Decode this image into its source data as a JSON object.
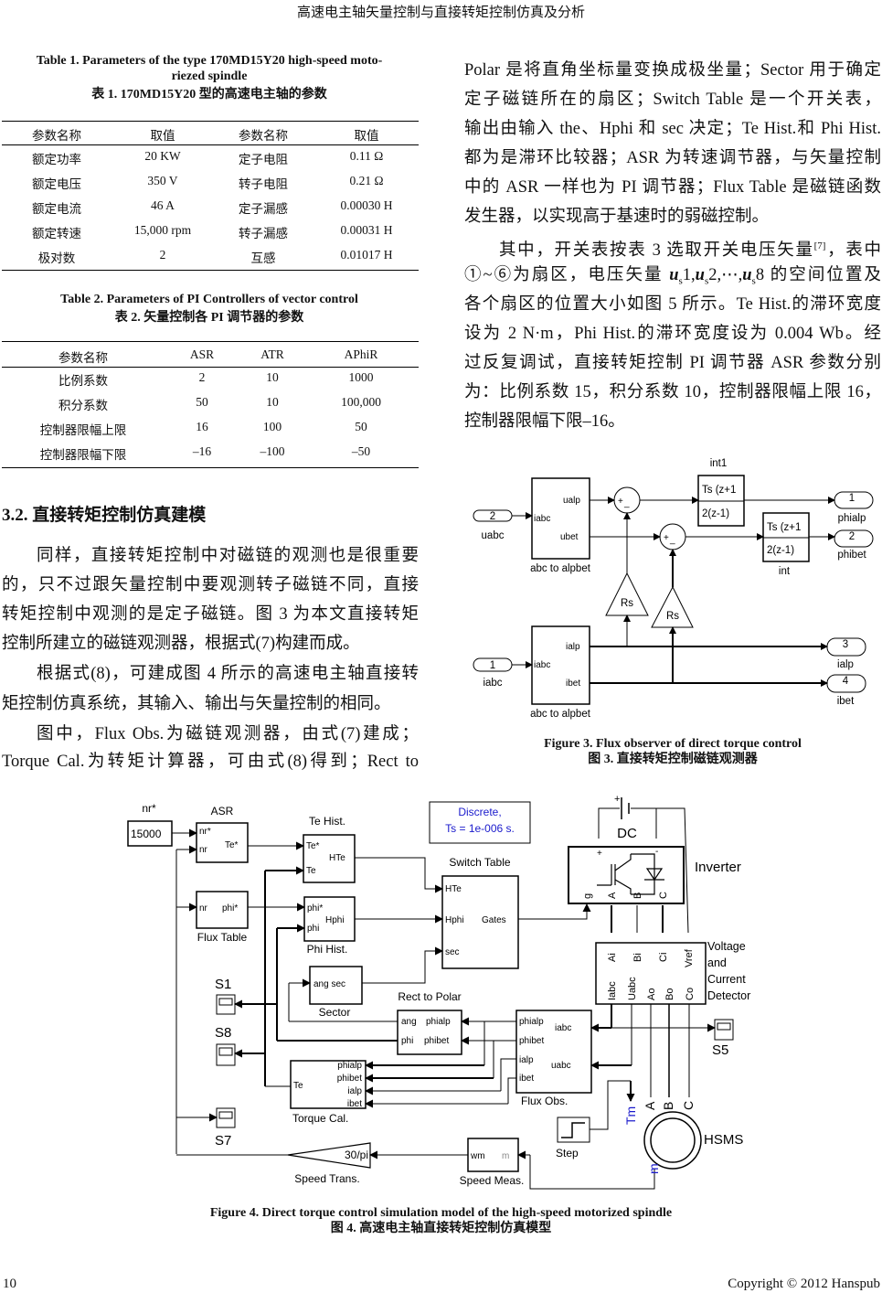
{
  "header": "高速电主轴矢量控制与直接转矩控制仿真及分析",
  "table1": {
    "caption_en_1": "Table 1. Parameters of the type 170MD15Y20 high-speed moto-",
    "caption_en_2": "riezed spindle",
    "caption_cn": "表 1. 170MD15Y20 型的高速电主轴的参数",
    "headers": [
      "参数名称",
      "取值",
      "参数名称",
      "取值"
    ],
    "rows": [
      [
        "额定功率",
        "20 KW",
        "定子电阻",
        "0.11 Ω"
      ],
      [
        "额定电压",
        "350 V",
        "转子电阻",
        "0.21 Ω"
      ],
      [
        "额定电流",
        "46 A",
        "定子漏感",
        "0.00030 H"
      ],
      [
        "额定转速",
        "15,000 rpm",
        "转子漏感",
        "0.00031 H"
      ],
      [
        "极对数",
        "2",
        "互感",
        "0.01017 H"
      ]
    ]
  },
  "table2": {
    "caption_en": "Table 2. Parameters of PI Controllers of vector control",
    "caption_cn": "表 2.  矢量控制各 PI 调节器的参数",
    "headers": [
      "参数名称",
      "ASR",
      "ATR",
      "APhiR"
    ],
    "rows": [
      [
        "比例系数",
        "2",
        "10",
        "1000"
      ],
      [
        "积分系数",
        "50",
        "10",
        "100,000"
      ],
      [
        "控制器限幅上限",
        "16",
        "100",
        "50"
      ],
      [
        "控制器限幅下限",
        "–16",
        "–100",
        "–50"
      ]
    ]
  },
  "section": "3.2.  直接转矩控制仿真建模",
  "left_lines": [
    "同样，直接转矩控制中对磁链的观测也是很重要",
    "的，只不过跟矢量控制中要观测转子磁链不同，直接",
    "转矩控制中观测的是定子磁链。图 3 为本文直接转矩",
    "控制所建立的磁链观测器，根据式(7)构建而成。",
    "根据式(8)，可建成图 4 所示的高速电主轴直接转",
    "矩控制仿真系统，其输入、输出与矢量控制的相同。",
    "图中，Flux  Obs.为磁链观测器，由式(7)建成；",
    "Torque  Cal.为转矩计算器，可由式(8)得到；Rect  to"
  ],
  "right_lines": [
    "Polar 是将直角坐标量变换成极坐量；Sector 用于确定",
    "定子磁链所在的扇区；Switch  Table  是一个开关表，",
    "输出由输入 the、Hphi 和 sec 决定；Te Hist.和 Phi Hist.",
    "都为是滞环比较器；ASR 为转速调节器，与矢量控制",
    "中的 ASR 一样也为 PI 调节器；Flux Table 是磁链函数",
    "发生器，以实现高于基速时的弱磁控制。",
    "其中，开关表按表 3 选取开关电压矢量",
    "①~⑥为扇区，电压矢量 ",
    "各个扇区的位置大小如图 5 所示。Te Hist.的滞环宽度",
    "设为 2 N·m，Phi Hist.的滞环宽度设为 0.004 Wb。经",
    "过反复调试，直接转矩控制 PI 调节器 ASR 参数分别",
    "为：比例系数 15，积分系数 10，控制器限幅上限 16，",
    "控制器限幅下限–16。"
  ],
  "right_line7_tail": {
    "ref": "[7]",
    "after": "，表中"
  },
  "right_line8_parts": {
    "u": "u",
    "s": "s",
    "p1": "1,",
    "p2": "2,⋯,",
    "p3": "8 的空间位置及"
  },
  "figure3": {
    "caption_en": "Figure 3. Flux observer of direct torque control",
    "caption_cn": "图 3.  直接转矩控制磁链观测器",
    "labels": {
      "in2": "2",
      "uabc": "uabc",
      "in1": "1",
      "iabc_port": "iabc",
      "iabc": "iabc",
      "ualp": "ualp",
      "ubet": "ubet",
      "ialp": "ialp",
      "ibet": "ibet",
      "abc_to_alpbet": "abc to alpbet",
      "int1": "int1",
      "int": "int",
      "num": "Ts (z+1",
      "den": "2(z-1)",
      "rs": "Rs",
      "plus": "+",
      "minus": "_",
      "out1": "1",
      "phialp": "phialp",
      "out2": "2",
      "phibet": "phibet",
      "out3": "3",
      "out_ialp": "ialp",
      "out4": "4",
      "out_ibet": "ibet"
    }
  },
  "figure4": {
    "caption_en": "Figure 4. Direct torque control simulation model of the high-speed motorized spindle",
    "caption_cn": "图 4.  高速电主轴直接转矩控制仿真模型",
    "labels": {
      "nr_star_title": "nr*",
      "const": "15000",
      "asr": "ASR",
      "nr_star": "nr*",
      "nr": "nr",
      "te_star": "Te*",
      "flux_table": "Flux Table",
      "phi_star": "phi*",
      "te_hist": "Te Hist.",
      "hte": "HTe",
      "te": "Te",
      "phi_hist": "Phi Hist.",
      "hphi": "Hphi",
      "phi": "phi",
      "discrete_1": "Discrete,",
      "discrete_2": "Ts = 1e-006 s.",
      "switch_table": "Switch Table",
      "gates": "Gates",
      "sec": "sec",
      "sector": "Sector",
      "ang_sec": "ang sec",
      "rect_to_polar": "Rect to Polar",
      "ang": "ang",
      "phialp": "phialp",
      "phibet": "phibet",
      "flux_obs": "Flux Obs.",
      "iabc": "iabc",
      "uabc": "uabc",
      "ialp": "ialp",
      "ibet": "ibet",
      "torque_cal": "Torque Cal.",
      "s1": "S1",
      "s8": "S8",
      "s7": "S7",
      "s5": "S5",
      "dc": "DC",
      "plus": "+",
      "minus": "-",
      "inverter": "Inverter",
      "g": "g",
      "a": "A",
      "b": "B",
      "c": "C",
      "ai": "Ai",
      "bi": "Bi",
      "ci": "Ci",
      "vref": "Vref",
      "iabc_o": "Iabc",
      "uabc_o": "Uabc",
      "ao": "Ao",
      "bo": "Bo",
      "co": "Co",
      "detector_1": "Voltage",
      "detector_2": "and",
      "detector_3": "Current",
      "detector_4": "Detector",
      "step": "Step",
      "tm": "Tm",
      "m_out": "m",
      "hsms": "HSMS",
      "speed_meas": "Speed Meas.",
      "wm": "wm",
      "m": "m",
      "gain": "30/pi",
      "speed_trans": "Speed Trans."
    },
    "colors": {
      "annotation": "#1a1acc",
      "port_gray": "#888888"
    }
  },
  "footer": {
    "page": "10",
    "copyright": "Copyright © 2012 Hanspub"
  }
}
